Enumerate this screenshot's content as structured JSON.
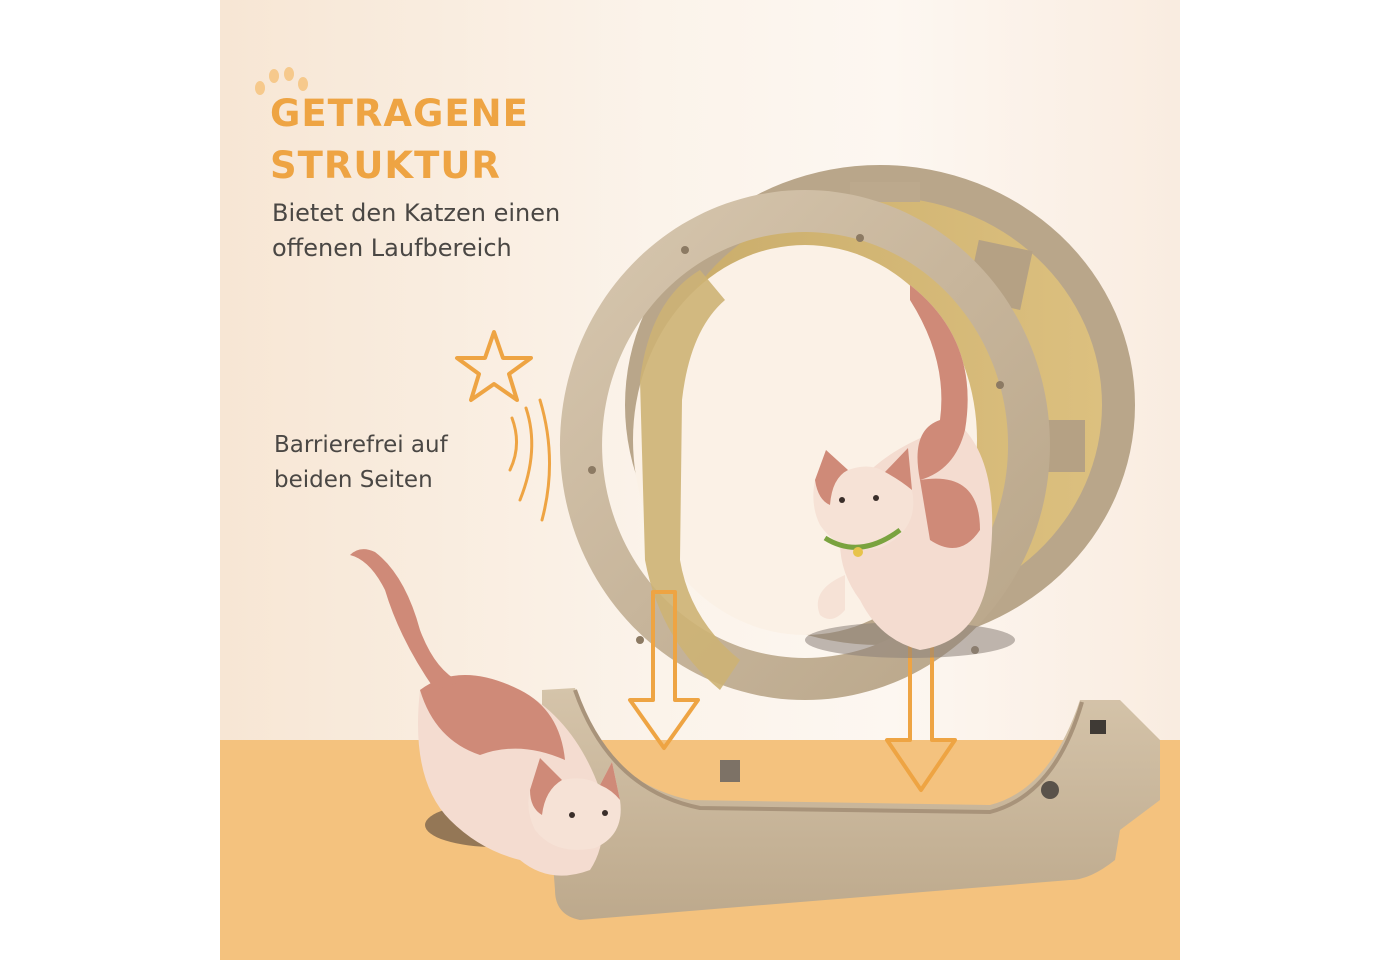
{
  "heading": {
    "line1": "GETRAGENE",
    "line2": "STRUKTUR"
  },
  "description": {
    "line1": "Bietet den Katzen einen",
    "line2": "offenen Laufbereich"
  },
  "note": {
    "line1": "Barrierefrei auf",
    "line2": "beiden Seiten"
  },
  "colors": {
    "accent": "#eea443",
    "background": "#fbf2e8",
    "floor": "#f4c27e",
    "text": "#4a4744",
    "wood": "#c9b79e",
    "cat_patch": "#cf8a78"
  }
}
